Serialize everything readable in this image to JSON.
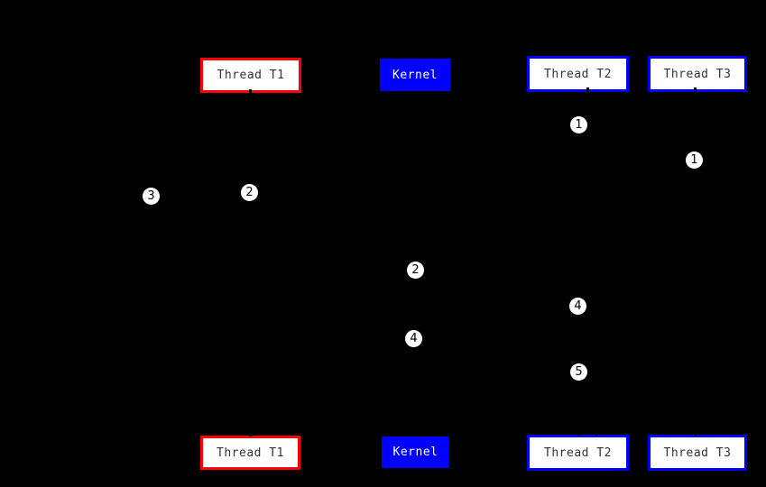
{
  "diagram": {
    "background": "#000000",
    "colors": {
      "thread_t1_border": "#ff0000",
      "thread_t2_border": "#0000ff",
      "thread_t3_border": "#0000ff",
      "kernel_fill": "#0000ff",
      "box_fill": "#ffffff",
      "box_text": "#333333",
      "kernel_text": "#ffffff",
      "marker_fill": "#ffffff",
      "marker_text": "#000000"
    },
    "boxes": {
      "thread_t1": "Thread T1",
      "kernel": "Kernel",
      "thread_t2": "Thread T2",
      "thread_t3": "Thread T3"
    },
    "markers": [
      {
        "label": "1"
      },
      {
        "label": "1"
      },
      {
        "label": "2"
      },
      {
        "label": "3"
      },
      {
        "label": "2"
      },
      {
        "label": "4"
      },
      {
        "label": "4"
      },
      {
        "label": "5"
      }
    ]
  }
}
